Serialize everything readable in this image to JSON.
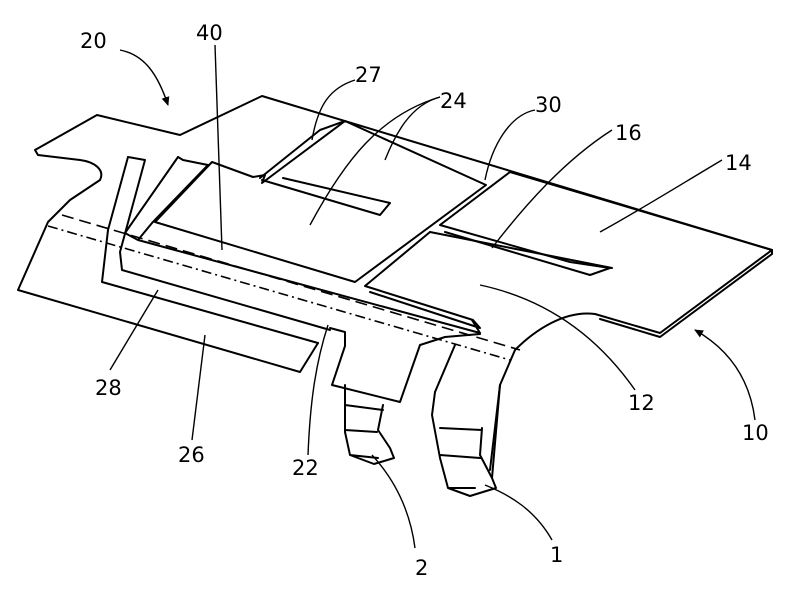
{
  "labels": {
    "l20": "20",
    "l40": "40",
    "l27": "27",
    "l24": "24",
    "l30": "30",
    "l16": "16",
    "l14": "14",
    "l28": "28",
    "l26": "26",
    "l22": "22",
    "l12": "12",
    "l10": "10",
    "l2": "2",
    "l1": "1"
  }
}
